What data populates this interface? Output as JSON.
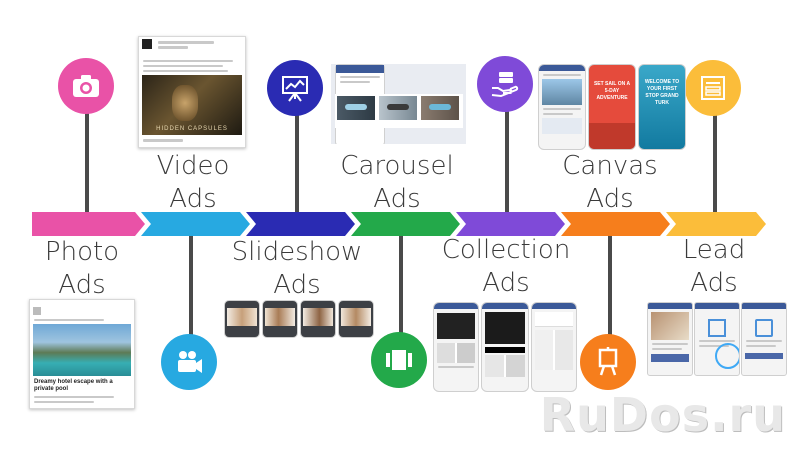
{
  "colors": {
    "photo": "#e952a7",
    "video": "#27a9e1",
    "slideshow": "#2a2bb3",
    "carousel": "#23a94a",
    "collection": "#7f4ad8",
    "canvas": "#f67e1c",
    "lead": "#fbbd3a",
    "stem": "#4a4a4a"
  },
  "ad_types": [
    {
      "key": "photo",
      "line1": "Photo",
      "line2": "Ads",
      "icon": "camera-icon"
    },
    {
      "key": "video",
      "line1": "Video",
      "line2": "Ads",
      "icon": "video-camera-icon"
    },
    {
      "key": "slideshow",
      "line1": "Slideshow",
      "line2": "Ads",
      "icon": "presentation-icon"
    },
    {
      "key": "carousel",
      "line1": "Carousel",
      "line2": "Ads",
      "icon": "carousel-icon"
    },
    {
      "key": "collection",
      "line1": "Collection",
      "line2": "Ads",
      "icon": "collection-icon"
    },
    {
      "key": "canvas",
      "line1": "Canvas",
      "line2": "Ads",
      "icon": "easel-icon"
    },
    {
      "key": "lead",
      "line1": "Lead",
      "line2": "Ads",
      "icon": "form-icon"
    }
  ],
  "thumbnails": {
    "video_caption": "HIDDEN CAPSULES",
    "canvas_panel_2": "SET SAIL ON A 5-DAY ADVENTURE",
    "canvas_panel_3": "WELCOME TO YOUR FIRST STOP GRAND TURK",
    "photo_caption": "Dreamy hotel escape with a private pool"
  },
  "watermark": "RuDos.ru"
}
